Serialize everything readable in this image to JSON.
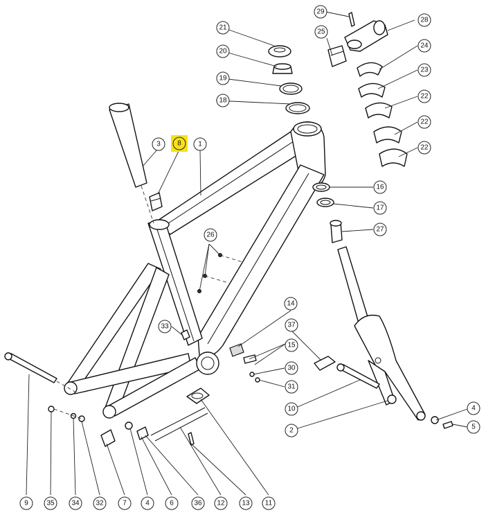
{
  "colors": {
    "line": "#111111",
    "background": "#ffffff",
    "highlight_fill": "#f7e11a"
  },
  "callouts": {
    "c1": "1",
    "c2": "2",
    "c3": "3",
    "c4a": "4",
    "c4b": "4",
    "c5": "5",
    "c6": "6",
    "c7": "7",
    "c8": "8",
    "c9": "9",
    "c10": "10",
    "c11": "11",
    "c12": "12",
    "c13": "13",
    "c14": "14",
    "c15": "15",
    "c16": "16",
    "c17": "17",
    "c18": "18",
    "c19": "19",
    "c20": "20",
    "c21": "21",
    "c22a": "22",
    "c22b": "22",
    "c22c": "22",
    "c23": "23",
    "c24": "24",
    "c25": "25",
    "c26": "26",
    "c27": "27",
    "c28": "28",
    "c29": "29",
    "c30": "30",
    "c31": "31",
    "c32": "32",
    "c33": "33",
    "c34": "34",
    "c35": "35",
    "c36": "36",
    "c37": "37"
  }
}
